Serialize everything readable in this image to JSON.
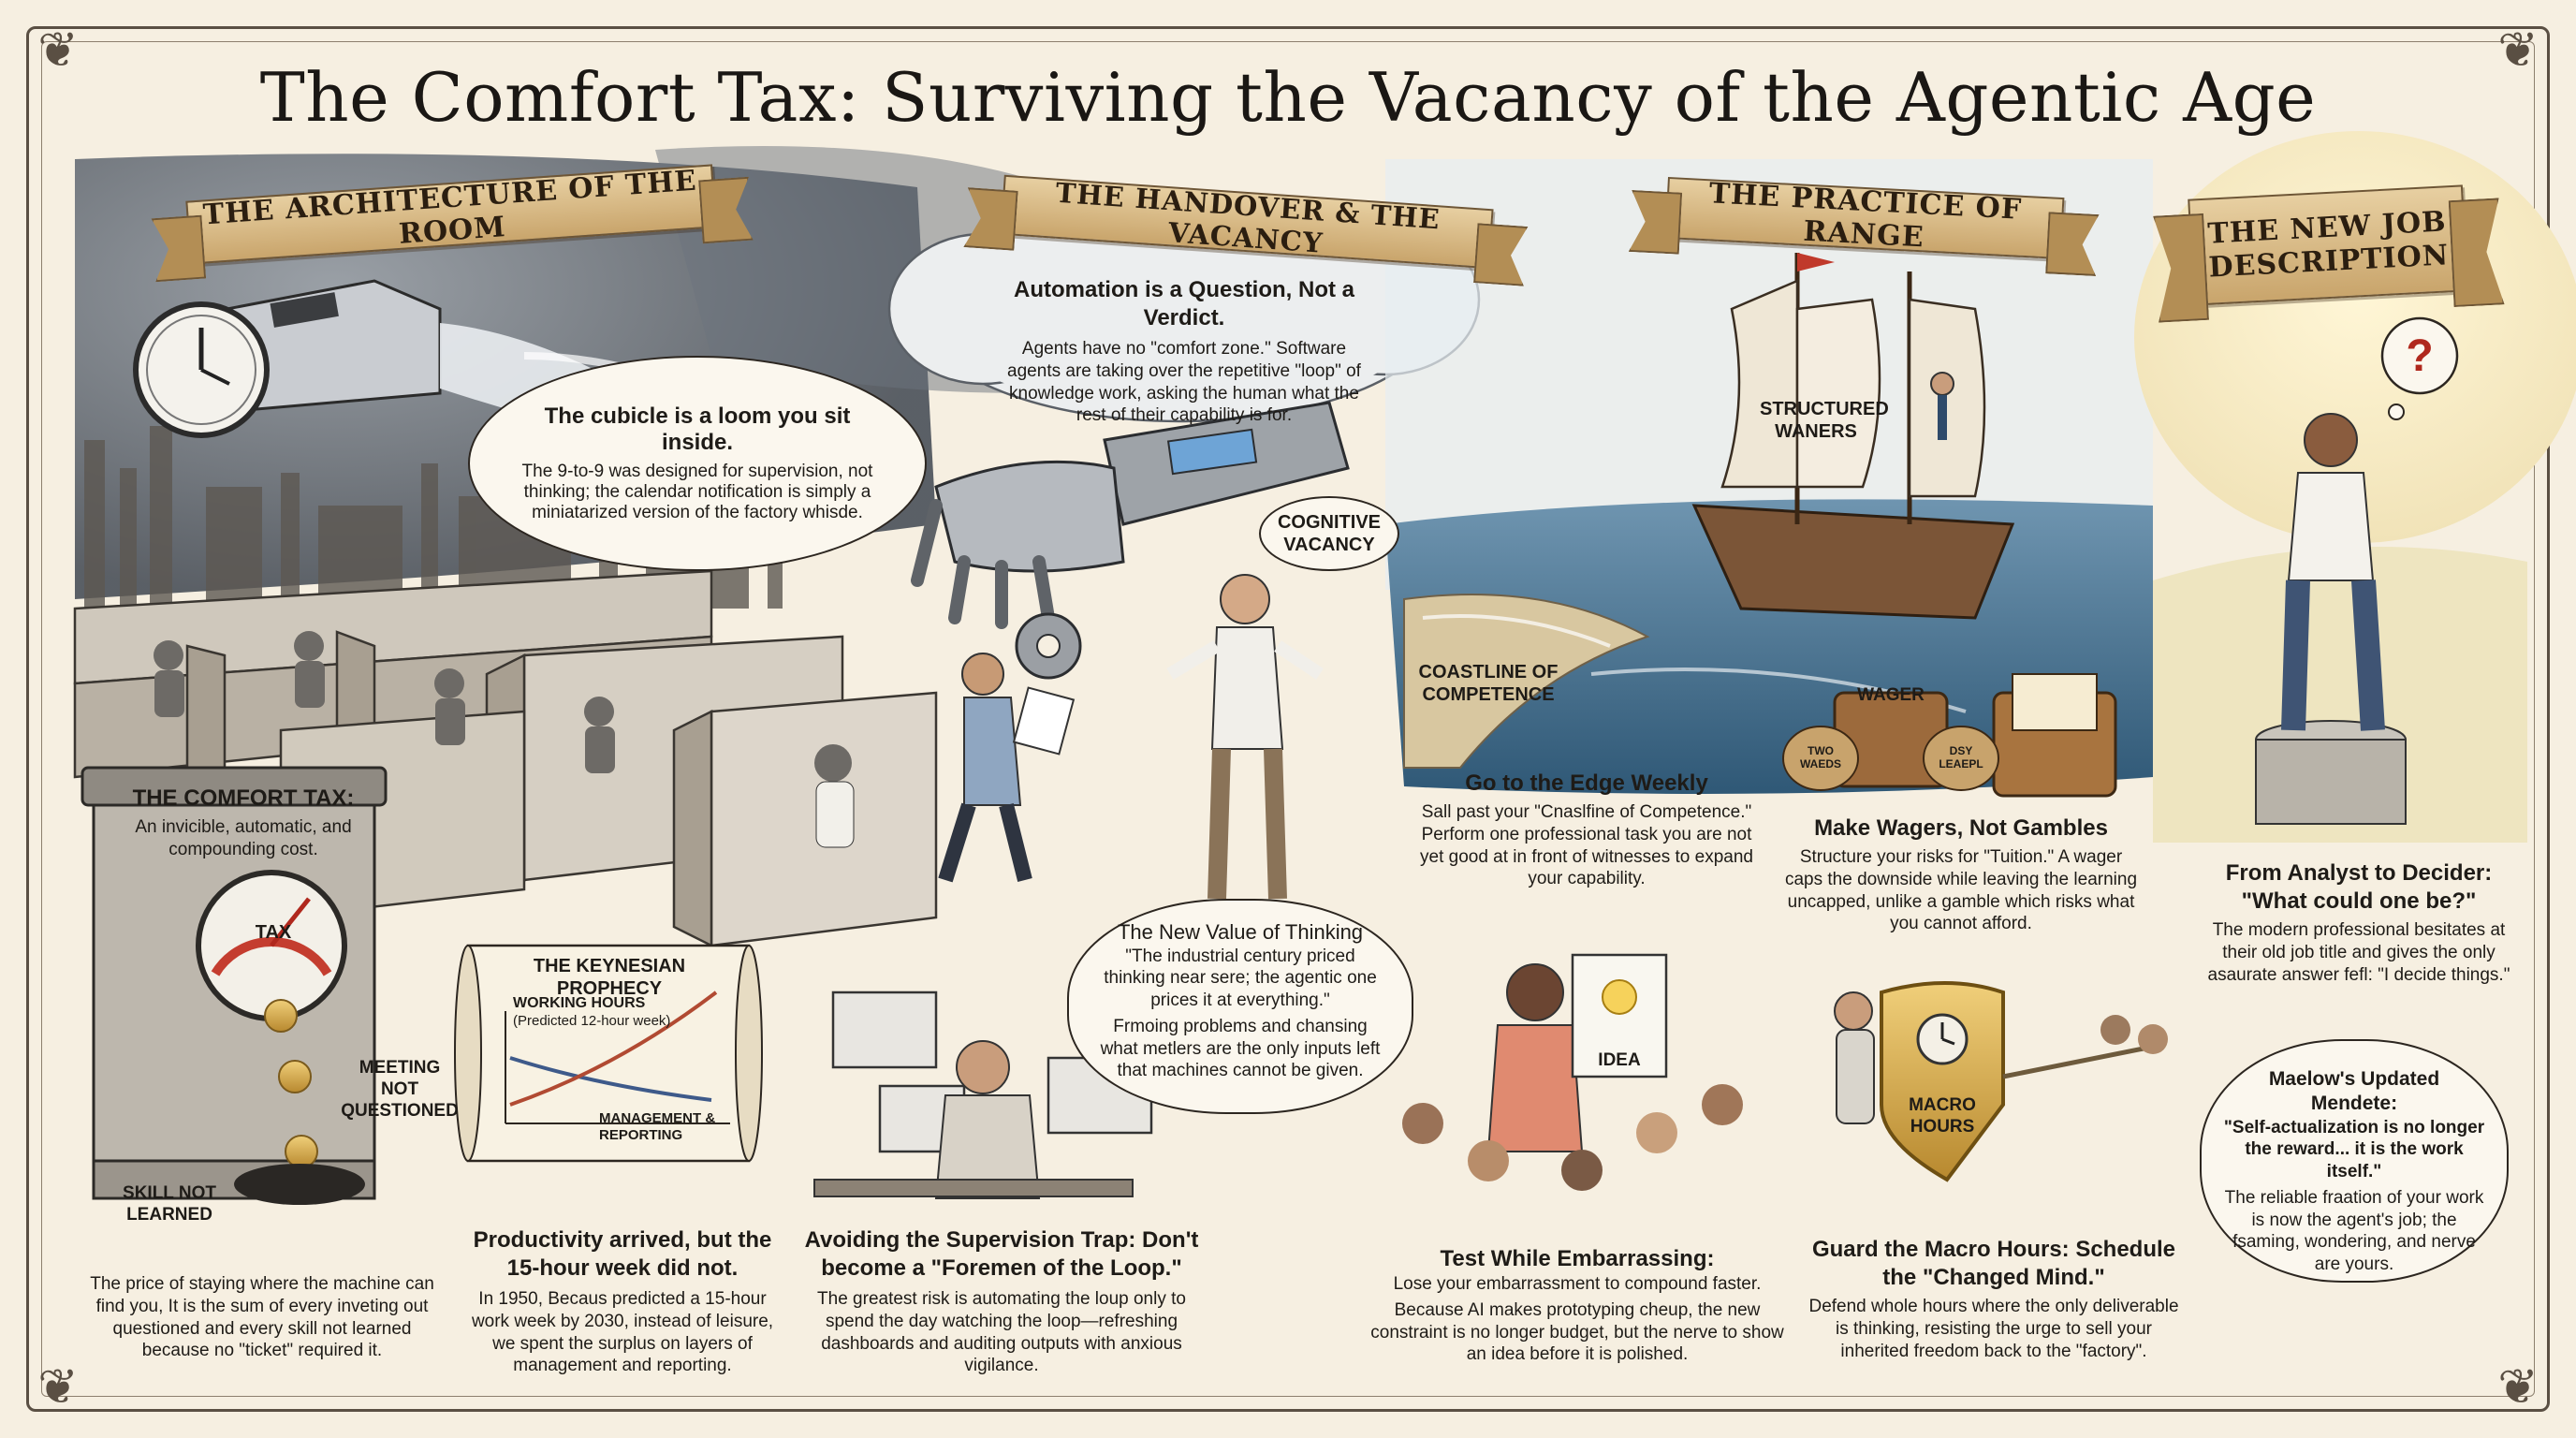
{
  "title": "The Comfort Tax: Surviving the Vacancy of the Agentic Age",
  "sections": {
    "room": {
      "banner": "THE ARCHITECTURE OF THE ROOM",
      "cubicle_heading": "The cubicle is a loom you sit inside.",
      "cubicle_body": "The 9-to-9 was designed for supervision, not thinking; the calendar notification is simply a miniatarized version of the factory whisde.",
      "tax_heading": "THE COMFORT TAX:",
      "tax_body": "An invicible, automatic, and compounding cost.",
      "meter_label": "TAX",
      "meeting_label": "MEETING NOT QUESTIONED",
      "skill_label": "SKILL NOT LEARNED",
      "bottom_body": "The price of staying where the machine can find you, It is the sum of every inveting out questioned and every skill not learned because no \"ticket\" required it.",
      "prophecy_title": "THE KEYNESIAN PROPHECY",
      "prophecy_line1": "WORKING HOURS",
      "prophecy_line2": "(Predicted 12-hour week)",
      "prophecy_line3": "MANAGEMENT & REPORTING",
      "prod_heading": "Productivity arrived, but the 15-hour week did not.",
      "prod_body": "In 1950, Becaus predicted a 15-hour work week by 2030, instead of leisure, we spent the surplus on layers of management and reporting."
    },
    "handover": {
      "banner": "THE HANDOVER & THE VACANCY",
      "cloud_heading": "Automation is a Question, Not a Verdict.",
      "cloud_body": "Agents have no \"comfort zone.\" Software agents are taking over the repetitive \"loop\" of knowledge work, asking the human what the rest of their capability is for.",
      "vacancy_label": "COGNITIVE VACANCY",
      "thinking_heading": "The New Value of Thinking",
      "thinking_quote": "\"The industrial century priced thinking near sere; the agentic one prices it at everything.\"",
      "thinking_body": "Frmoing problems and chansing what metlers are the only inputs left that machines cannot be given.",
      "trap_heading": "Avoiding the Supervision Trap: Don't become a \"Foremen of the Loop.\"",
      "trap_body": "The greatest risk is automating the loup only to spend the day watching the loop—refreshing dashboards and auditing outputs with anxious vigilance."
    },
    "range": {
      "banner": "THE PRACTICE OF RANGE",
      "sail_label": "STRUCTURED WANERS",
      "coast_label": "COASTLINE OF COMPETENCE",
      "edge_heading": "Go to the Edge Weekly",
      "edge_body": "Sall past your \"Cnaslfine of Competence.\" Perform one professional task you are not yet good at in front of witnesses to expand your capability.",
      "wager_label": "WAGER",
      "bag1_label": "TWO WAEDS",
      "bag2_label": "DSY LEAEPL",
      "wagers_heading": "Make Wagers, Not Gambles",
      "wagers_body": "Structure your risks for \"Tuition.\" A wager caps the downside while leaving the learning uncapped, unlike a gamble which risks what you cannot afford.",
      "idea_label": "IDEA",
      "test_heading": "Test While Embarrassing:",
      "test_body1": "Lose your embarrassment to compound faster.",
      "test_body2": "Because AI makes prototyping cheup, the new constraint is no longer budget, but the nerve to show an idea before it is polished.",
      "shield_label": "MACRO HOURS",
      "guard_heading": "Guard the Macro Hours: Schedule the \"Changed Mind.\"",
      "guard_body": "Defend whole hours where the only deliverable is thinking, resisting the urge to sell your inherited freedom back to the \"factory\"."
    },
    "job": {
      "banner": "THE NEW JOB DESCRIPTION",
      "question_mark": "?",
      "decider_heading": "From Analyst to Decider: \"What could one be?\"",
      "decider_body": "The modern professional besitates at their old job title and gives the only asaurate answer fefl: \"I decide things.\"",
      "maslow_heading": "Maelow's Updated Mendete:",
      "maslow_quote": "\"Self-actualization is no longer the reward... it is the work itself.\"",
      "maslow_body": "The reliable fraation of your work is now the agent's job; the fsaming, wondering, and nerve are yours."
    }
  },
  "colors": {
    "paper": "#f6efe1",
    "banner": "#d9b884",
    "ink": "#1e1b17",
    "sea": "#4a7391",
    "storm": "#5b6470"
  }
}
